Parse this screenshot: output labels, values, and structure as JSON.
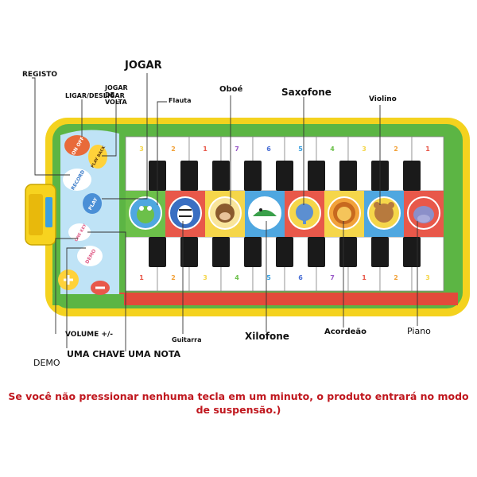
{
  "labels": {
    "jogar": "JOGAR",
    "registo": "REGISTO",
    "ligar_desligar": "LIGAR/DESLIGAR",
    "jogar_de_volta": "JOGAR DE VOLTA",
    "flauta": "Flauta",
    "oboe": "Oboé",
    "saxofone": "Saxofone",
    "violino": "Violino",
    "volume": "VOLUME +/-",
    "demo": "DEMO",
    "uma_chave": "UMA CHAVE UMA NOTA",
    "guitarra": "Guitarra",
    "xilofone": "Xilofone",
    "acordeao": "Acordeão",
    "piano": "Piano"
  },
  "panel": {
    "on_off": "ON OFF",
    "play_back": "PLAY BACK",
    "record": "RECORD",
    "play": "PLAY",
    "demo": "DEMO",
    "one_key": "ONE KEY"
  },
  "keys_top": [
    "3",
    "2",
    "1",
    "7",
    "6",
    "5",
    "4",
    "3",
    "2",
    "1"
  ],
  "keys_bottom": [
    "1",
    "2",
    "3",
    "4",
    "5",
    "6",
    "7",
    "1",
    "2",
    "3"
  ],
  "notice": "Se você não pressionar nenhuma tecla em um minuto, o produto entrará no modo de suspensão.)",
  "colors": {
    "mat_yellow": "#f4d21e",
    "mat_green": "#5cb544",
    "mat_red": "#e34a3b",
    "panel_blue": "#bfe3f6",
    "notice_red": "#c0171e",
    "tile_red": "#e8584a",
    "tile_blue": "#4fa7e0",
    "tile_yellow": "#f5d64a",
    "tile_green": "#6cc04a"
  },
  "instrument_icons": [
    "frog-icon",
    "zebra-icon",
    "monkey-icon",
    "crocodile-icon",
    "elephant-icon",
    "lion-icon",
    "bear-icon",
    "hippo-icon"
  ]
}
